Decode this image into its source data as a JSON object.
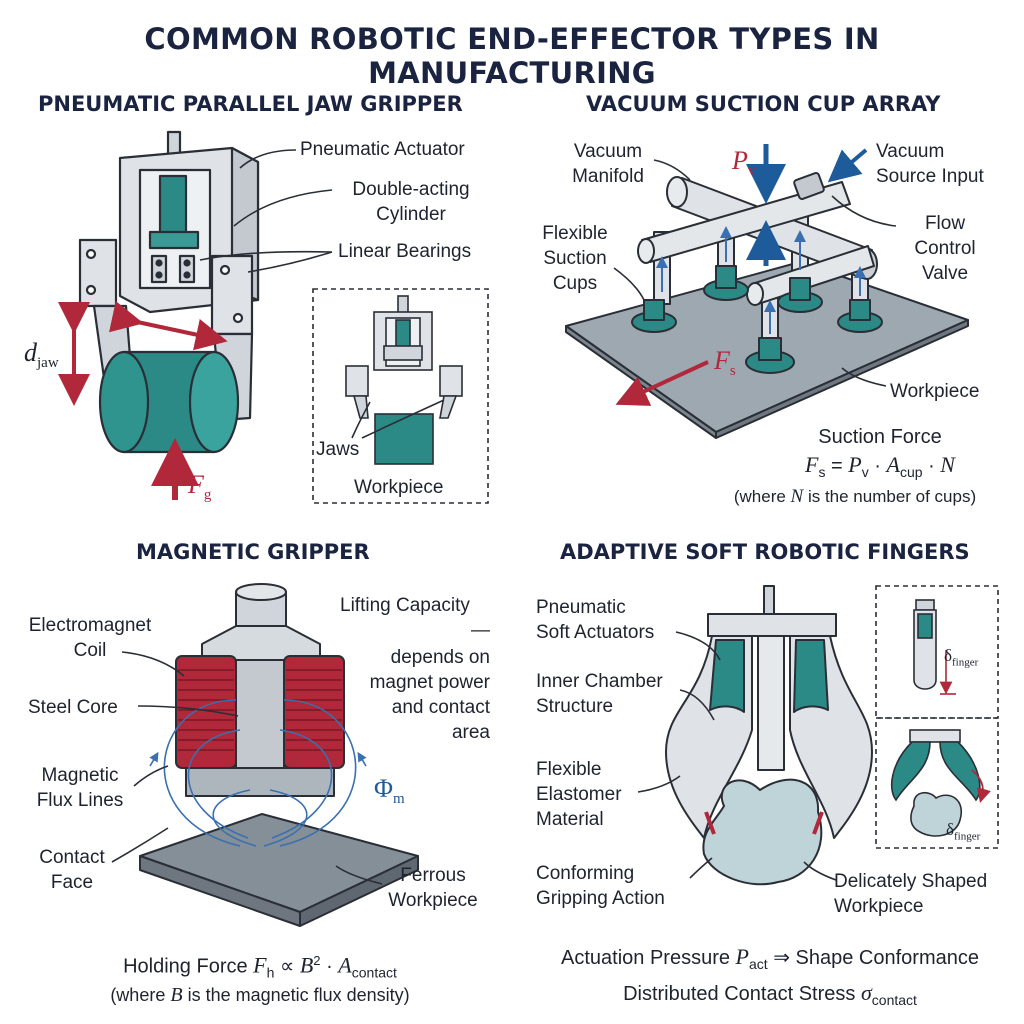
{
  "title": "COMMON ROBOTIC END-EFFECTOR TYPES IN MANUFACTURING",
  "colors": {
    "title": "#1a2340",
    "accent_red": "#b0283a",
    "teal": "#2c8a86",
    "steel": "#d6dbe0",
    "blue": "#1e5b9a"
  },
  "panels": {
    "jaw": {
      "title": "PNEUMATIC PARALLEL JAW GRIPPER",
      "labels": {
        "actuator": "Pneumatic Actuator",
        "cylinder_1": "Double-acting",
        "cylinder_2": "Cylinder",
        "bearings": "Linear Bearings",
        "jaws": "Jaws",
        "workpiece": "Workpiece"
      },
      "symbols": {
        "d": "d",
        "d_sub": "jaw",
        "f": "F",
        "f_sub": "g"
      }
    },
    "vacuum": {
      "title": "VACUUM SUCTION CUP ARRAY",
      "labels": {
        "manifold_1": "Vacuum",
        "manifold_2": "Manifold",
        "source_1": "Vacuum",
        "source_2": "Source Input",
        "cups_1": "Flexible",
        "cups_2": "Suction",
        "cups_3": "Cups",
        "valve_1": "Flow",
        "valve_2": "Control",
        "valve_3": "Valve",
        "workpiece": "Workpiece"
      },
      "symbols": {
        "pv": "P",
        "pv_sub": "v",
        "fs": "F",
        "fs_sub": "s"
      },
      "equation": {
        "heading": "Suction Force",
        "lhs": "F",
        "lhs_sub": "s",
        "p": "P",
        "p_sub": "v",
        "a": "A",
        "a_sub": "cup",
        "n": "N",
        "note_pre": "(where ",
        "note_var": "N",
        "note_post": " is the number of cups)"
      }
    },
    "magnetic": {
      "title": "MAGNETIC GRIPPER",
      "labels": {
        "coil_1": "Electromagnet",
        "coil_2": "Coil",
        "core": "Steel Core",
        "flux_1": "Magnetic",
        "flux_2": "Flux Lines",
        "contact_1": "Contact",
        "contact_2": "Face",
        "ferrous_1": "Ferrous",
        "ferrous_2": "Workpiece",
        "capacity_1": "Lifting Capacity",
        "capacity_dash": "—",
        "capacity_2": "depends on",
        "capacity_3": "magnet power",
        "capacity_4": "and contact",
        "capacity_5": "area"
      },
      "symbols": {
        "phi": "Φ",
        "phi_sub": "m"
      },
      "equation": {
        "pre": "Holding Force ",
        "f": "F",
        "f_sub": "h",
        "prop": " ∝ ",
        "b": "B",
        "b_sup": "2",
        "dot": " · ",
        "a": "A",
        "a_sub": "contact",
        "note_pre": "(where ",
        "note_var": "B",
        "note_post": " is the magnetic flux density)"
      }
    },
    "soft": {
      "title": "ADAPTIVE SOFT ROBOTIC FINGERS",
      "labels": {
        "actuators_1": "Pneumatic",
        "actuators_2": "Soft Actuators",
        "chamber_1": "Inner Chamber",
        "chamber_2": "Structure",
        "elastomer_1": "Flexible",
        "elastomer_2": "Elastomer",
        "elastomer_3": "Material",
        "conform_1": "Conforming",
        "conform_2": "Gripping Action",
        "shaped_1": "Delicately Shaped",
        "shaped_2": "Workpiece"
      },
      "symbols": {
        "delta": "δ",
        "delta_sub": "finger"
      },
      "equation": {
        "line1_pre": "Actuation Pressure ",
        "p": "P",
        "p_sub": "act",
        "implies": " ⇒ ",
        "line1_post": "Shape Conformance",
        "line2_pre": "Distributed Contact Stress ",
        "sigma": "σ",
        "sigma_sub": "contact"
      }
    }
  }
}
